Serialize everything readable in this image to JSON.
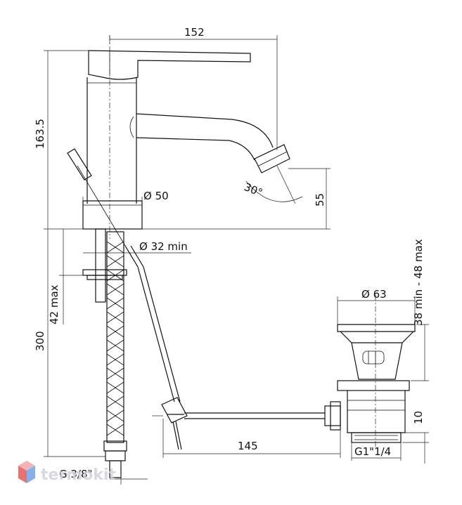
{
  "dimensions": {
    "total_length": "152",
    "height": "163.5",
    "body_diameter": "Ø 50",
    "spout_angle": "30°",
    "outlet_height": "55",
    "hole_diameter": "Ø 32 min",
    "max_deck_thickness": "42 max",
    "hose_length": "300",
    "hose_thread": "G 3/8\"",
    "waste_diameter": "Ø 63",
    "waste_height_range": "38 min - 48 max",
    "rod_length": "145",
    "waste_thread": "G1\"1/4",
    "thread_length": "10"
  },
  "watermark": {
    "text": "termokit",
    "colors": {
      "top": "#f2a7a7",
      "left": "#e55a5a",
      "right": "#6fa3e8"
    }
  }
}
